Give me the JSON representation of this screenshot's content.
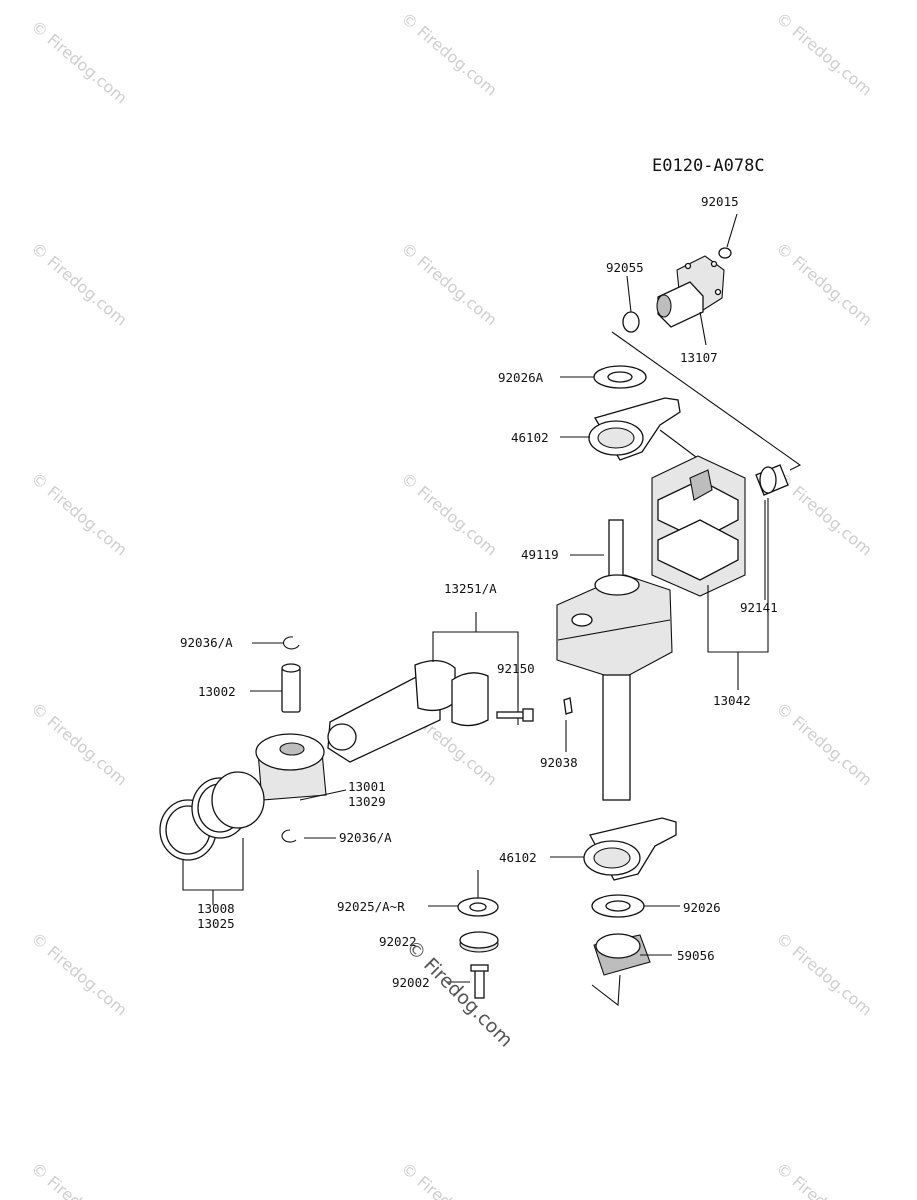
{
  "diagram_code": "E0120-A078C",
  "watermark": "© Firedog.com",
  "center_watermark": "© Firedog.com",
  "labels": {
    "p92015": "92015",
    "p92055": "92055",
    "p13107": "13107",
    "p92026A": "92026A",
    "p46102_top": "46102",
    "p49119": "49119",
    "p92141": "92141",
    "p13042": "13042",
    "p13251A": "13251/A",
    "p92150": "92150",
    "p92036A_top": "92036/A",
    "p13002": "13002",
    "p92038": "92038",
    "p13001": "13001",
    "p13029": "13029",
    "p92036A_bot": "92036/A",
    "p46102_bot": "46102",
    "p13008": "13008",
    "p13025": "13025",
    "p92025AR": "92025/A~R",
    "p92026": "92026",
    "p92022": "92022",
    "p59056": "59056",
    "p92002": "92002"
  }
}
